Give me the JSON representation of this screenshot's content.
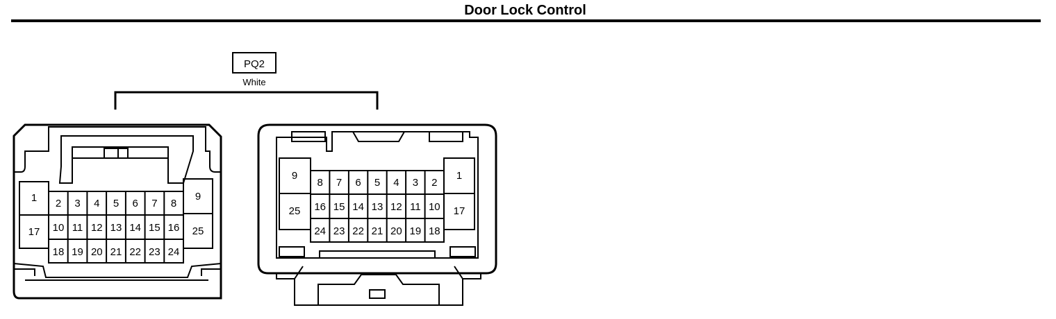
{
  "page": {
    "title": "Door Lock Control"
  },
  "connector": {
    "code": "PQ2",
    "color": "White"
  },
  "left_view": {
    "pins": {
      "p1": "1",
      "p2": "2",
      "p3": "3",
      "p4": "4",
      "p5": "5",
      "p6": "6",
      "p7": "7",
      "p8": "8",
      "p9": "9",
      "p10": "10",
      "p11": "11",
      "p12": "12",
      "p13": "13",
      "p14": "14",
      "p15": "15",
      "p16": "16",
      "p17": "17",
      "p18": "18",
      "p19": "19",
      "p20": "20",
      "p21": "21",
      "p22": "22",
      "p23": "23",
      "p24": "24",
      "p25": "25"
    }
  },
  "right_view": {
    "pins": {
      "p1": "1",
      "p2": "2",
      "p3": "3",
      "p4": "4",
      "p5": "5",
      "p6": "6",
      "p7": "7",
      "p8": "8",
      "p9": "9",
      "p10": "10",
      "p11": "11",
      "p12": "12",
      "p13": "13",
      "p14": "14",
      "p15": "15",
      "p16": "16",
      "p17": "17",
      "p18": "18",
      "p19": "19",
      "p20": "20",
      "p21": "21",
      "p22": "22",
      "p23": "23",
      "p24": "24",
      "p25": "25"
    }
  }
}
